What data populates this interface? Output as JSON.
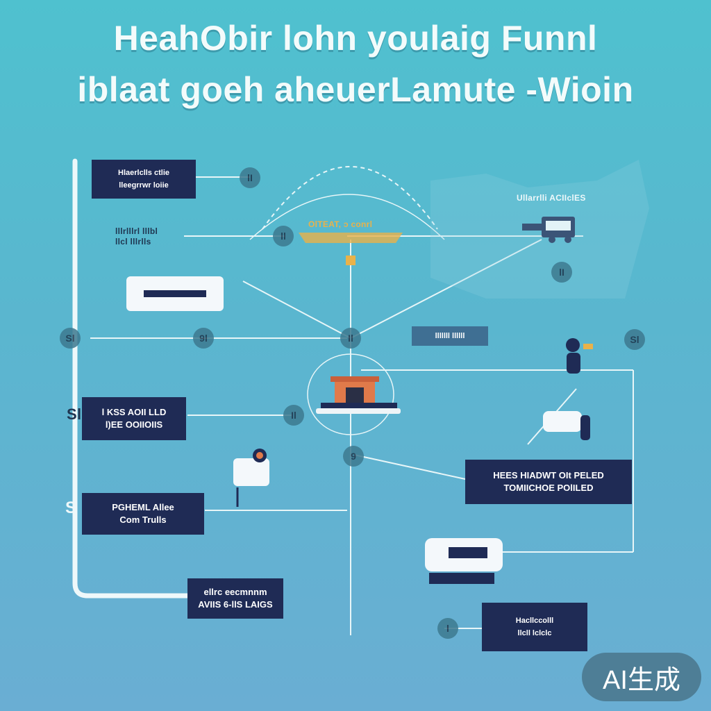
{
  "title": {
    "line1": "HeahObir lohn youlaig Funnl",
    "line2": "iblaat goeh aheuerLamute -Wioin"
  },
  "labels": {
    "top_left": [
      "Hlaerlclls ctlie",
      "lleegrrwr loiie"
    ],
    "mid_left_chip": [
      "lllrlllrl lllbl",
      "llcl lllrlls"
    ],
    "center_chip": "OlTEAT, ɔ conrl",
    "top_right_chip": "Ullarrlli ACIIclES",
    "right_mid_chip": "lllllll llllll",
    "box_left_1": [
      "l KSS AOII LLD",
      "l)EE OOIIOIIS"
    ],
    "box_left_2": [
      "PGHEML Allee",
      "Com Trulls"
    ],
    "box_right": [
      "HEES HIADWT OIt PELED",
      "TOMIICHOE POlILED"
    ],
    "box_bottom_left": [
      "ellrc eecmnnm",
      "AVIIS 6-llS LAIGS"
    ],
    "box_bottom_right": [
      "Hacllccolll",
      "llcll lclclc"
    ],
    "side_num_1": "Sl",
    "side_num_2": "S"
  },
  "nodes": [
    "lI",
    "ll",
    "9l",
    "Il",
    "9",
    "Sl",
    "l"
  ],
  "badge": "AI生成",
  "colors": {
    "background_top": "#4fc1cf",
    "background_bottom": "#6aaed3",
    "panel_dark": "#1f2b55",
    "line": "#e8f6f8",
    "accent_orange": "#e07a4a"
  }
}
